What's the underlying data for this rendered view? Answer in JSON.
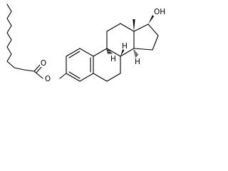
{
  "molecule": {
    "atom_labels": {
      "ester_oxygen": "O",
      "carbonyl_oxygen": "O",
      "hydroxyl": "OH",
      "h_8": "H",
      "h_9": "H",
      "h_14": "H"
    }
  }
}
